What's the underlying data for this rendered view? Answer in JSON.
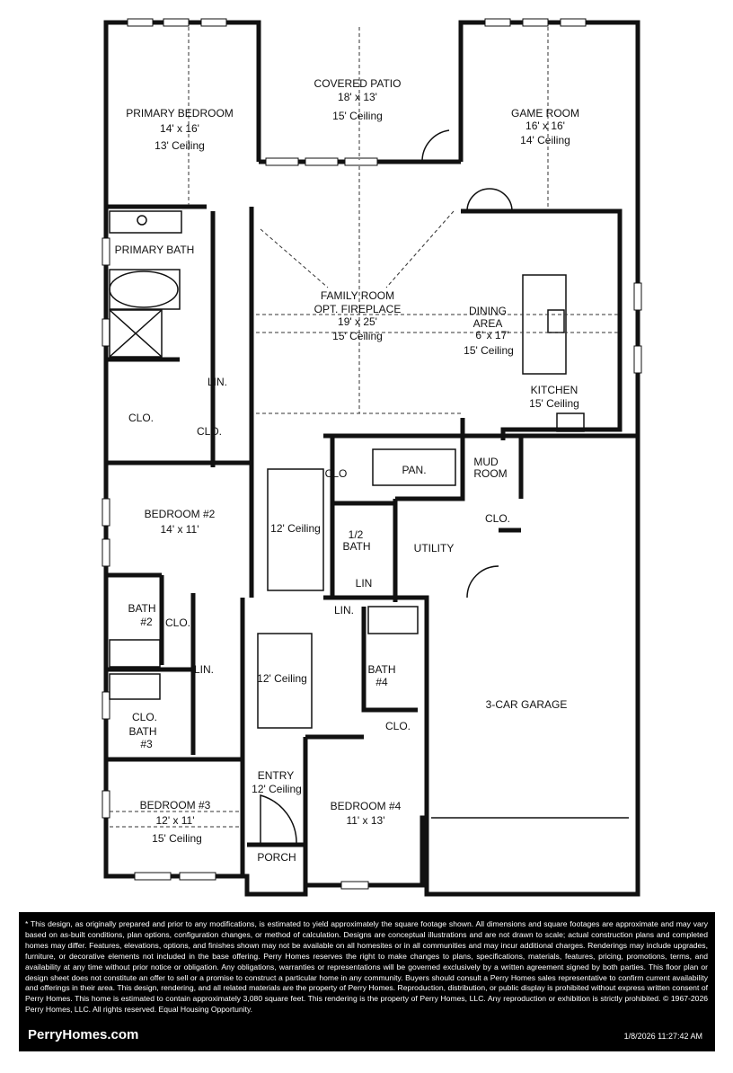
{
  "rooms": {
    "covered_patio": {
      "name": "COVERED PATIO",
      "size": "18' x 13'",
      "ceiling": "15' Ceiling"
    },
    "primary_bedroom": {
      "name": "PRIMARY BEDROOM",
      "size": "14' x 16'",
      "ceiling": "13' Ceiling"
    },
    "game_room": {
      "name": "GAME ROOM",
      "size": "16' x 16'",
      "ceiling": "14' Ceiling"
    },
    "primary_bath": {
      "name": "PRIMARY BATH"
    },
    "family_room": {
      "name": "FAMILY ROOM",
      "note": "OPT. FIREPLACE",
      "size": "19' x 25'",
      "ceiling": "15' Ceiling"
    },
    "dining": {
      "name1": "DINING",
      "name2": "AREA",
      "size": "6' x 17'",
      "ceiling": "15' Ceiling"
    },
    "kitchen": {
      "name": "KITCHEN",
      "ceiling": "15' Ceiling"
    },
    "lin1": "LIN.",
    "clo1": "CLO.",
    "clo2": "CLO.",
    "pantry": "PAN.",
    "mud_room": {
      "name1": "MUD",
      "name2": "ROOM"
    },
    "clo3": "CLO",
    "clo4": "CLO.",
    "bedroom2": {
      "name": "BEDROOM #2",
      "size": "14' x 11'"
    },
    "hall1": {
      "ceiling": "12' Ceiling"
    },
    "half_bath": {
      "name1": "1/2",
      "name2": "BATH"
    },
    "utility": "UTILITY",
    "lin2": "LIN",
    "lin3": "LIN.",
    "bath2": {
      "name1": "BATH",
      "name2": "#2"
    },
    "clo5": "CLO.",
    "lin4": "LIN.",
    "hall2": {
      "ceiling": "12' Ceiling"
    },
    "bath4": {
      "name1": "BATH",
      "name2": "#4"
    },
    "garage": "3-CAR GARAGE",
    "bath3": {
      "name1": "BATH",
      "name2": "#3"
    },
    "clo6": "CLO.",
    "clo7": "CLO.",
    "entry": {
      "name": "ENTRY",
      "ceiling": "12' Ceiling"
    },
    "bedroom4": {
      "name": "BEDROOM #4",
      "size": "11' x 13'"
    },
    "bedroom3": {
      "name": "BEDROOM #3",
      "size": "12' x 11'",
      "ceiling": "15' Ceiling"
    },
    "porch": "PORCH"
  },
  "footer": {
    "disclaimer": "* This design, as originally prepared and prior to any modifications, is estimated to yield approximately the square footage shown. All dimensions and square footages are approximate and may vary based on as-built conditions, plan options, configuration changes, or method of calculation. Designs are conceptual illustrations and are not drawn to scale; actual construction plans and completed homes may differ. Features, elevations, options, and finishes shown may not be available on all homesites or in all communities and may incur additional charges. Renderings may include upgrades, furniture, or decorative elements not included in the base offering. Perry Homes reserves the right to make changes to plans, specifications, materials, features, pricing, promotions, terms, and availability at any time without prior notice or obligation. Any obligations, warranties or representations will be governed exclusively by a written agreement signed by both parties. This floor plan or design sheet does not constitute an offer to sell or a promise to construct a particular home in any community. Buyers should consult a Perry Homes sales representative to confirm current availability and offerings in their area. This design, rendering, and all related materials are the property of Perry Homes. Reproduction, distribution, or public display is prohibited without express written consent of Perry Homes. This home is estimated to contain approximately 3,080 square feet. This rendering is the property of Perry Homes, LLC. Any reproduction or exhibition is strictly prohibited. © 1967-2026 Perry Homes, LLC. All rights reserved. Equal Housing Opportunity.",
    "brand": "PerryHomes.com",
    "timestamp": "1/8/2026 11:27:42 AM"
  }
}
